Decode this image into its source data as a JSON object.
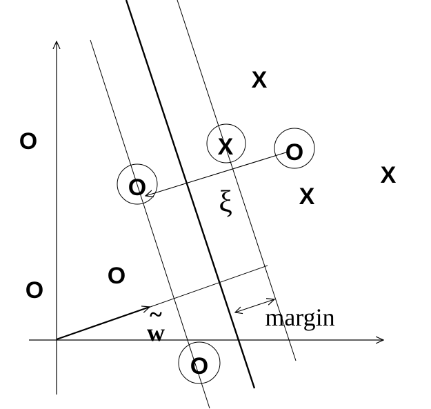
{
  "labels": {
    "margin": "margin",
    "xi": "ξ",
    "w": "w",
    "w_accent": "~"
  },
  "points": {
    "o_symbol": "O",
    "x_symbol": "X"
  }
}
